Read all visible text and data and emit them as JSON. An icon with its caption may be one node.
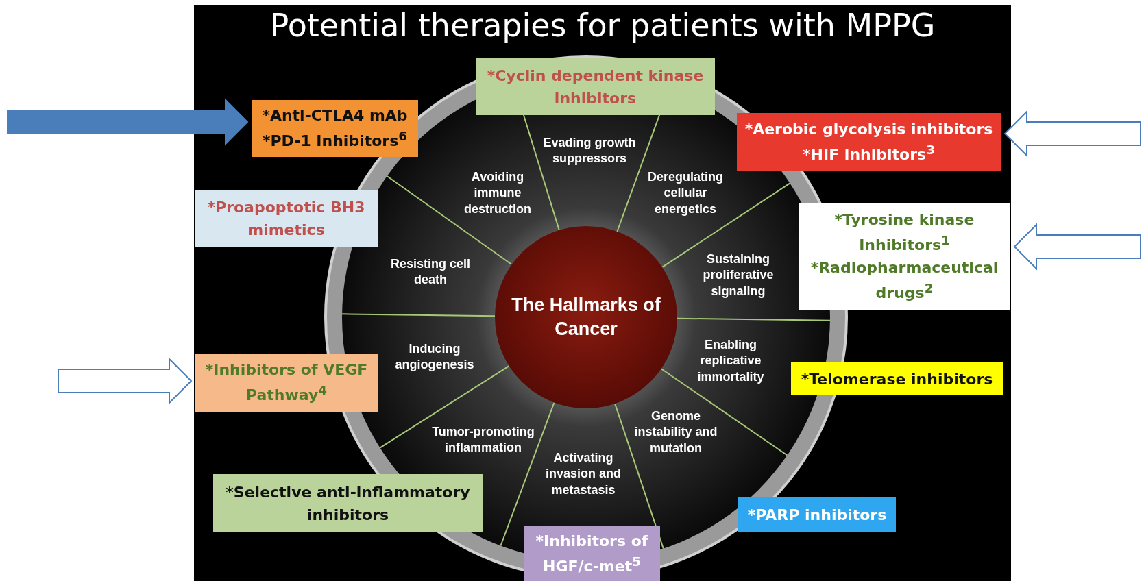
{
  "diagram": {
    "title": "Potential therapies for patients with MPPG",
    "nodes": [
      {
        "text": [
          "The Hallmarks of Cancer"
        ]
      },
      {
        "text": [
          "Evading growth suppressors"
        ]
      },
      {
        "text": [
          "Deregulating cellular energetics"
        ]
      },
      {
        "text": [
          "Sustaining proliferative signaling"
        ]
      },
      {
        "text": [
          "Enabling replicative immortality"
        ]
      },
      {
        "text": [
          "Genome instability and mutation"
        ]
      },
      {
        "text": [
          "Activating invasion and metastasis"
        ]
      },
      {
        "text": [
          "Tumor-promoting inflammation"
        ]
      },
      {
        "text": [
          "Inducing angiogenesis"
        ]
      },
      {
        "text": [
          "Resisting cell death"
        ]
      },
      {
        "text": [
          "Avoiding immune destruction"
        ]
      },
      {
        "text": [
          "*Cyclin dependent kinase inhibitors"
        ]
      },
      {
        "text": [
          "*Anti-CTLA4 mAb",
          "*PD-1 Inhibitors$^{6}$"
        ]
      },
      {
        "text": [
          "*Aerobic glycolysis inhibitors",
          "*HIF inhibitors$^{3}$"
        ]
      },
      {
        "text": [
          "*Proapoptotic BH3 mimetics"
        ]
      },
      {
        "text": [
          "*Tyrosine kinase Inhibitors$^{1}$",
          "*Radiopharmaceutical drugs$^{2}$"
        ]
      },
      {
        "text": [
          "*Inhibitors of VEGF Pathway$^{4}$"
        ]
      },
      {
        "text": [
          "*Telomerase inhibitors"
        ]
      },
      {
        "text": [
          "*Selective anti-inflammatory inhibitors"
        ]
      },
      {
        "text": [
          "*PARP inhibitors"
        ]
      },
      {
        "text": [
          "*Inhibitors of HGF/c-met$^{5}$"
        ]
      }
    ],
    "edges": [
      {
        "from": null,
        "to": 12,
        "arrow": "to",
        "style": "thick"
      },
      {
        "from": null,
        "to": 13,
        "arrow": "to"
      },
      {
        "from": null,
        "to": 15,
        "arrow": "to"
      },
      {
        "from": null,
        "to": 16,
        "arrow": "to"
      }
    ]
  }
}
